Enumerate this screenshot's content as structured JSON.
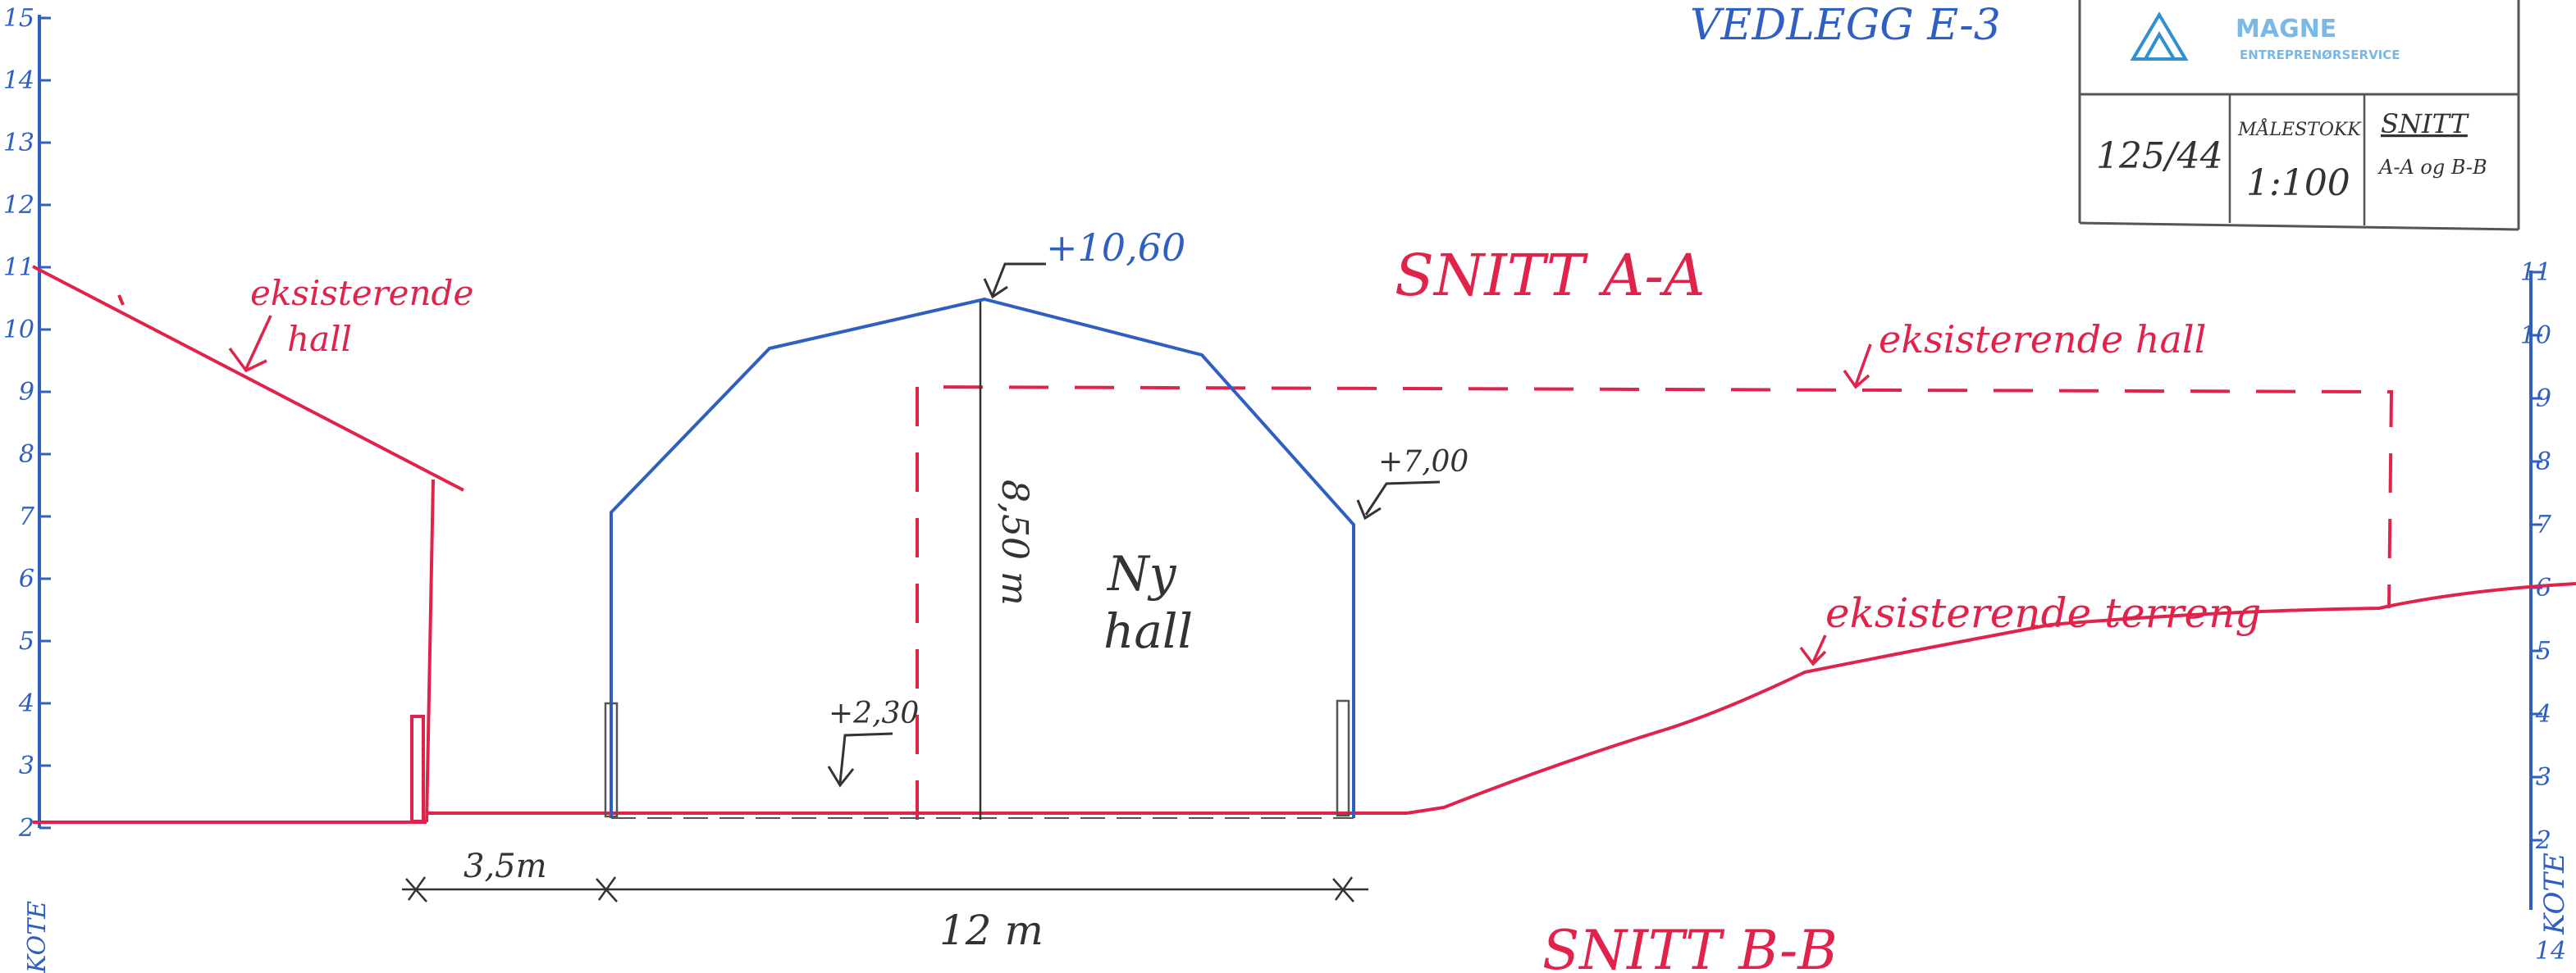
{
  "sheet": {
    "appendix_label": "VEDLEGG E-3",
    "project_number": "125/44",
    "scale_heading": "MÅLESTOKK",
    "scale_value": "1:100",
    "drawing_heading": "SNITT",
    "drawing_value": "A-A og B-B",
    "logo_name": "MAGNE",
    "logo_subtitle": "ENTREPRENØRSERVICE"
  },
  "section_a": {
    "title": "SNITT A-A",
    "next_title": "SNITT B-B",
    "left_axis": {
      "ticks": [
        "2",
        "3",
        "4",
        "5",
        "6",
        "7",
        "8",
        "9",
        "10",
        "11",
        "12",
        "13",
        "14",
        "15"
      ],
      "label": "KOTE"
    },
    "right_axis": {
      "ticks": [
        "2",
        "3",
        "4",
        "5",
        "6",
        "7",
        "8",
        "9",
        "10",
        "11"
      ],
      "label": "KOTE",
      "corner_tick": "14"
    },
    "annotations": {
      "existing_hall_left": [
        "eksisterende",
        "hall"
      ],
      "existing_hall_right": "eksisterende hall",
      "existing_terrain": "eksisterende terreng",
      "new_hall": [
        "Ny",
        "hall"
      ],
      "ridge_level": "+10,60",
      "eave_level": "+7,00",
      "floor_level": "+2,30",
      "height_dim": "8,50 m",
      "gap_dim": "3,5m",
      "width_dim": "12 m"
    },
    "colors": {
      "new_building": "#2f5fc0",
      "existing": "#e0234a",
      "dimensions": "#333333",
      "frame": "#555555"
    }
  }
}
